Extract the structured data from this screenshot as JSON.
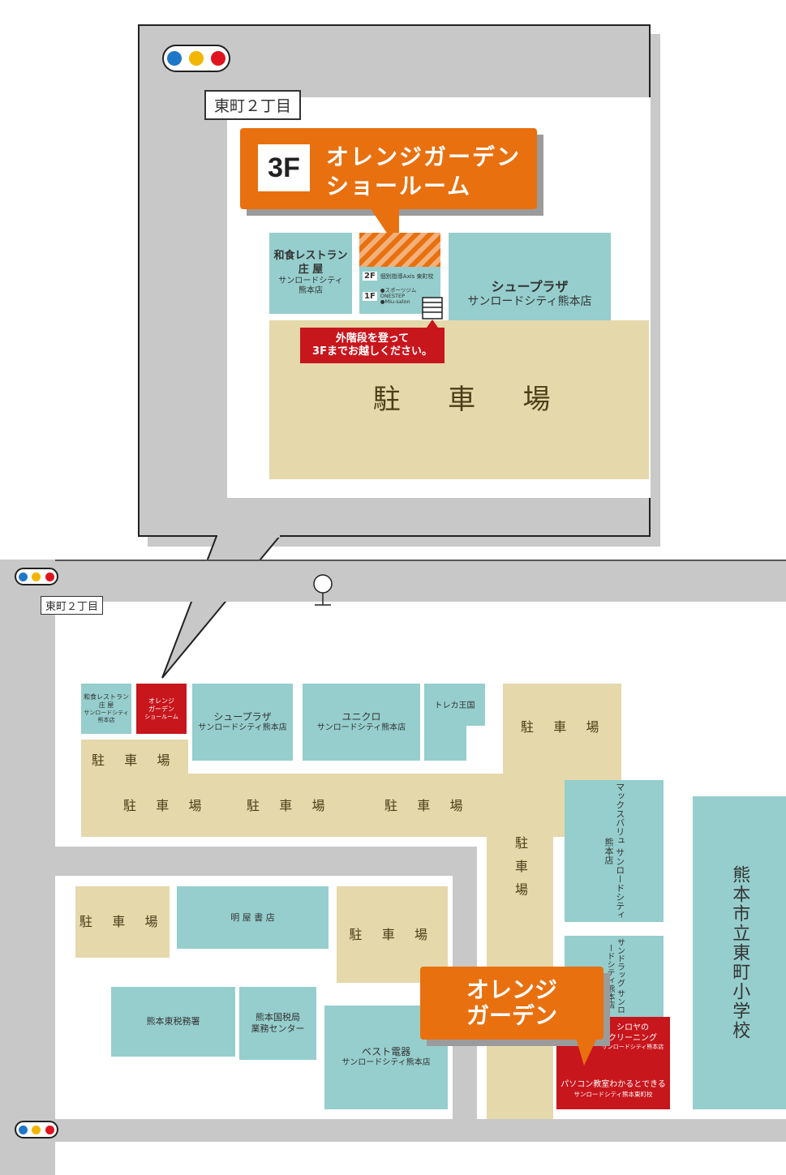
{
  "colors": {
    "road": "#c8c8c8",
    "building": "#95cecd",
    "parking": "#e5d8ab",
    "accent_red": "#c8161d",
    "accent_orange": "#e8700f",
    "signal_blue": "#1f77c8",
    "signal_yellow": "#f2b600",
    "signal_red": "#e0141e"
  },
  "inset": {
    "sign": "東町２丁目",
    "callout_floor": "3F",
    "callout_line1": "オレンジガーデン",
    "callout_line2": "ショールーム",
    "washoku_line1": "和食レストラン",
    "washoku_line2": "庄 屋",
    "washoku_line3": "サンロードシティ",
    "washoku_line4": "熊本店",
    "floor2_label": "2F",
    "floor2_text": "個別指導Axis 東町校",
    "floor1_label": "1F",
    "floor1_text1": "●スポーツジムONESTEP",
    "floor1_text2": "●Miu-salon",
    "stairs_line1": "外階段を登って",
    "stairs_line2": "3Fまでお越しください。",
    "shoe_line1": "シュープラザ",
    "shoe_line2": "サンロードシティ熊本店",
    "parking": "駐 車 場"
  },
  "main": {
    "sign": "東町２丁目",
    "washoku": [
      "和食レストラン",
      "庄 屋",
      "サンロードシティ",
      "熊本店"
    ],
    "orange_small": [
      "オレンジ",
      "ガーデン",
      "ショールーム"
    ],
    "shoe": [
      "シュープラザ",
      "サンロードシティ熊本店"
    ],
    "uniqlo": [
      "ユニクロ",
      "サンロードシティ熊本店"
    ],
    "toreka": "トレカ王国",
    "parking": "駐 車 場",
    "parking_vertical": "駐車場",
    "maxvalu": "マックスバリュ サンロードシティ熊本店",
    "school": "熊本市立東町小学校",
    "akeya": "明 屋 書 店",
    "tax_office": "熊本東税務署",
    "kokuzei": [
      "熊本国税局",
      "業務センター"
    ],
    "best": [
      "ベスト電器",
      "サンロードシティ熊本店"
    ],
    "sundrug": "サンドラッグ サンロードシティ熊本店",
    "shiroya": [
      "シロヤの",
      "クリーニング",
      "サンロードシティ熊本店"
    ],
    "pc_school": [
      "パソコン教室わかるとできる",
      "サンロードシティ熊本東町校"
    ],
    "orange_callout": [
      "オレンジ",
      "ガーデン"
    ]
  }
}
